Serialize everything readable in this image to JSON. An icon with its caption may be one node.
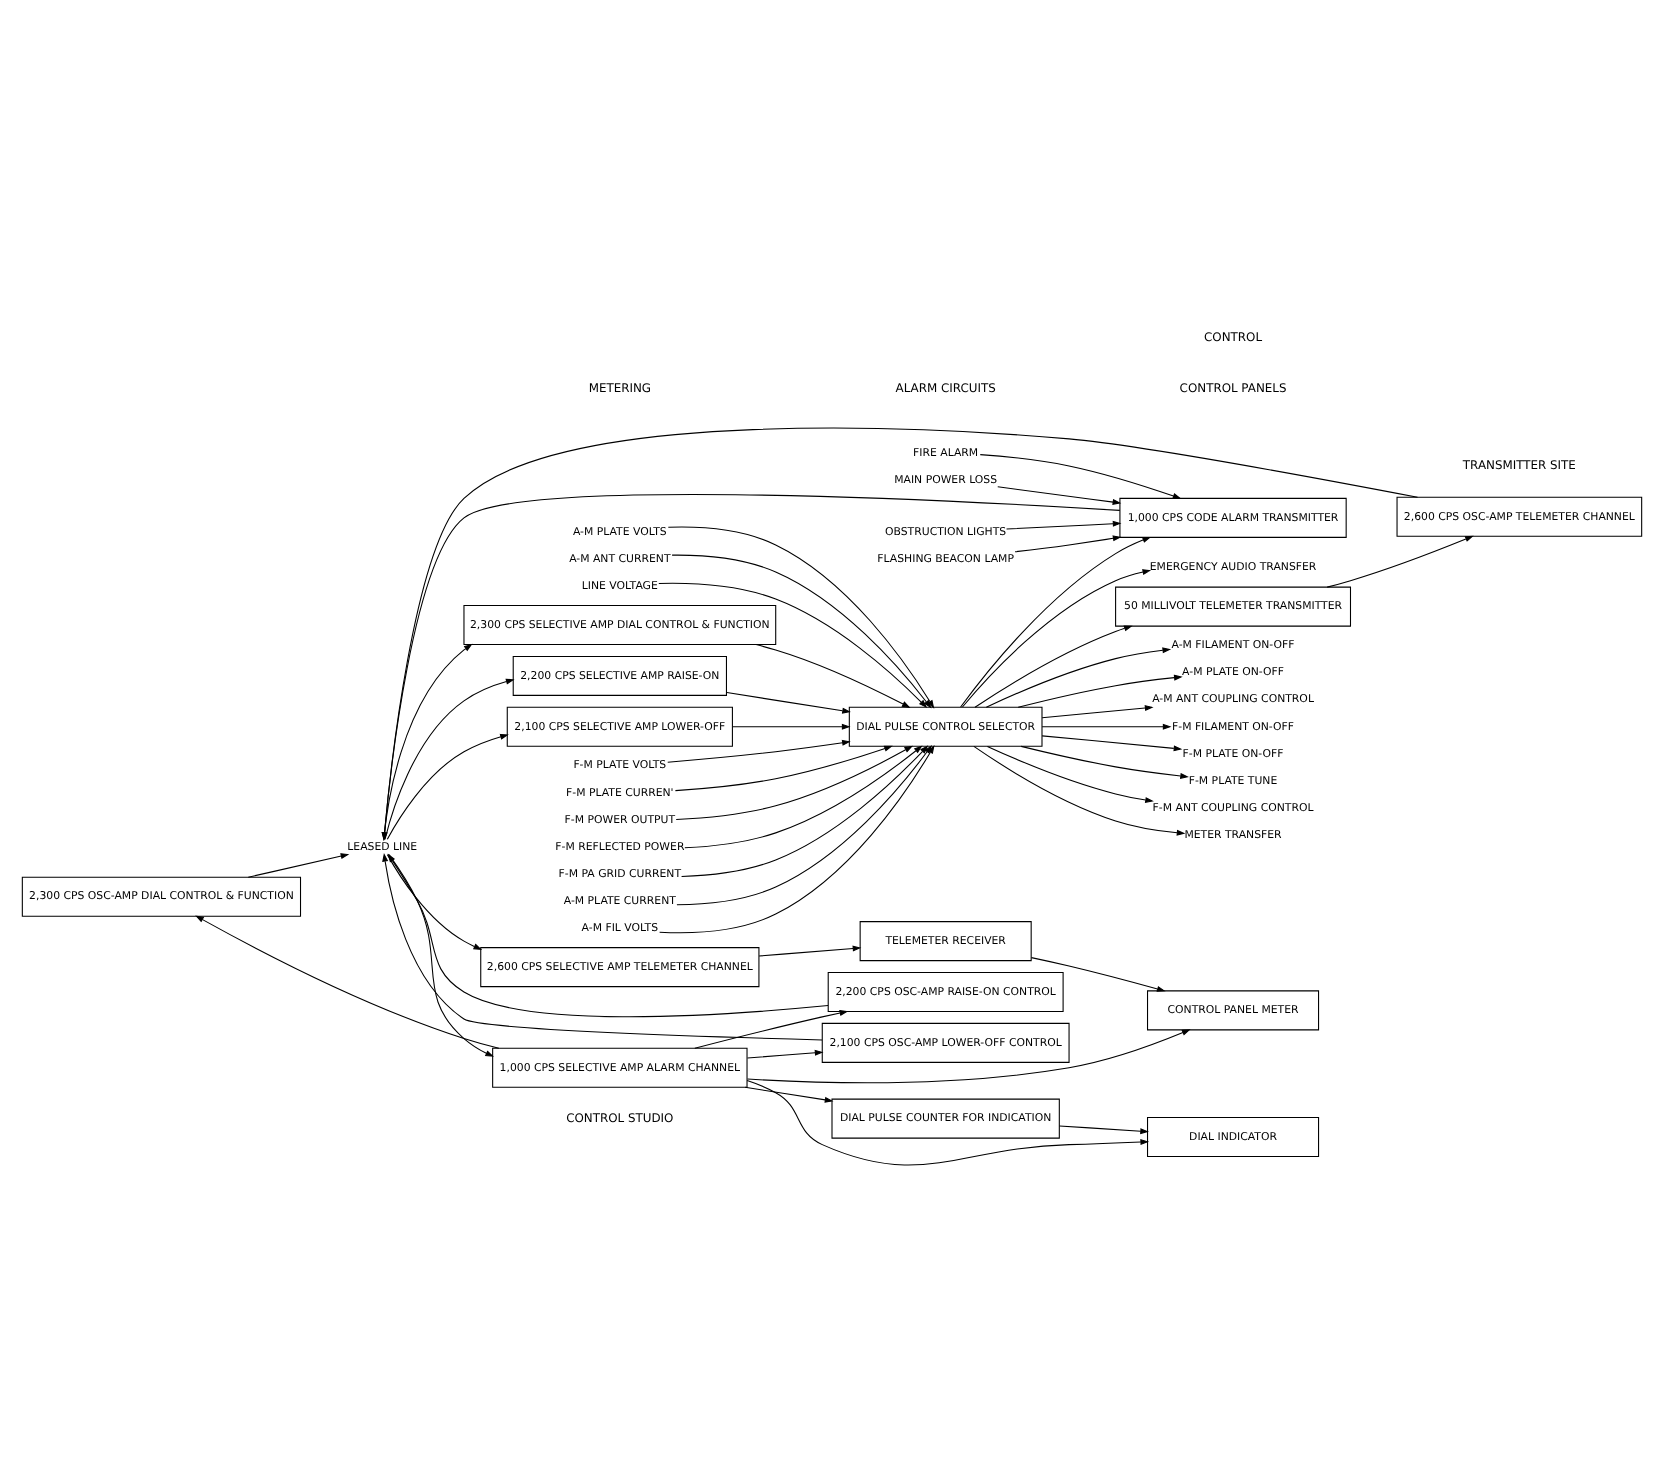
{
  "diagram": {
    "nodes": [
      {
        "text": [
          "2,600 CPS SELECTIVE AMP TELEMETER CHANNEL"
        ]
      },
      {
        "text": [
          "2,300 CPS OSC-AMP DIAL CONTROL & FUNCTION"
        ]
      },
      {
        "text": [
          "2,200 CPS OSC-AMP RAISE-ON CONTROL"
        ]
      },
      {
        "text": [
          "2,100 CPS OSC-AMP LOWER-OFF CONTROL"
        ]
      },
      {
        "text": [
          "1,000 CPS SELECTIVE AMP ALARM CHANNEL"
        ]
      },
      {
        "text": [
          "TELEMETER RECEIVER"
        ]
      },
      {
        "text": [
          "DIAL PULSE COUNTER FOR INDICATION"
        ]
      },
      {
        "text": [
          "DIAL INDICATOR"
        ]
      },
      {
        "text": [
          "CONTROL PANEL METER"
        ]
      },
      {
        "text": [
          "LEASED LINE"
        ]
      },
      {
        "text": [
          "2,600 CPS OSC-AMP TELEMETER CHANNEL"
        ]
      },
      {
        "text": [
          "2,300 CPS SELECTIVE AMP DIAL CONTROL & FUNCTION"
        ]
      },
      {
        "text": [
          "2,200 CPS SELECTIVE AMP RAISE-ON"
        ]
      },
      {
        "text": [
          "2,100 CPS SELECTIVE AMP LOWER-OFF"
        ]
      },
      {
        "text": [
          "1,000 CPS CODE ALARM TRANSMITTER"
        ]
      },
      {
        "text": [
          "50 MILLIVOLT TELEMETER TRANSMITTER"
        ]
      },
      {
        "text": [
          "DIAL PULSE CONTROL SELECTOR"
        ]
      },
      {
        "text": [
          "OBSTRUCTION LIGHTS"
        ]
      },
      {
        "text": [
          "FLASHING BEACON LAMP"
        ]
      },
      {
        "text": [
          "FIRE ALARM"
        ]
      },
      {
        "text": [
          "MAIN POWER LOSS"
        ]
      },
      {
        "text": [
          "A-M PLATE CURRENT"
        ]
      },
      {
        "text": [
          "A-M FIL VOLTS"
        ]
      },
      {
        "text": [
          "A-M PLATE VOLTS"
        ]
      },
      {
        "text": [
          "A-M ANT CURRENT"
        ]
      },
      {
        "text": [
          "LINE VOLTAGE"
        ]
      },
      {
        "text": [
          "F-M PLATE VOLTS"
        ]
      },
      {
        "text": [
          "F-M PLATE CURREN'"
        ]
      },
      {
        "text": [
          "F-M POWER OUTPUT"
        ]
      },
      {
        "text": [
          "F-M REFLECTED POWER"
        ]
      },
      {
        "text": [
          "F-M PA GRID CURRENT"
        ]
      },
      {
        "text": [
          "A-M FILAMENT ON-OFF"
        ]
      },
      {
        "text": [
          "A-M PLATE ON-OFF"
        ]
      },
      {
        "text": [
          "A-M ANT COUPLING CONTROL"
        ]
      },
      {
        "text": [
          "F-M FILAMENT ON-OFF"
        ]
      },
      {
        "text": [
          "F-M PLATE ON-OFF"
        ]
      },
      {
        "text": [
          "F-M PLATE TUNE"
        ]
      },
      {
        "text": [
          "F-M ANT COUPLING CONTROL"
        ]
      },
      {
        "text": [
          "METER TRANSFER"
        ]
      },
      {
        "text": [
          "EMERGENCY AUDIO TRANSFER"
        ]
      }
    ],
    "edges": [
      {
        "from": 9,
        "to": 0,
        "arrow": "to"
      },
      {
        "from": 1,
        "to": 9,
        "arrow": "to"
      },
      {
        "from": 2,
        "to": 9,
        "arrow": "to"
      },
      {
        "from": 3,
        "to": 9,
        "arrow": "to"
      },
      {
        "from": 9,
        "to": 4,
        "arrow": "to"
      },
      {
        "from": 0,
        "to": 5,
        "arrow": "to"
      },
      {
        "from": 4,
        "to": 1,
        "arrow": "to"
      },
      {
        "from": 4,
        "to": 2,
        "arrow": "to"
      },
      {
        "from": 4,
        "to": 3,
        "arrow": "to"
      },
      {
        "from": 4,
        "to": 6,
        "arrow": "to"
      },
      {
        "from": 4,
        "to": 7,
        "arrow": "to"
      },
      {
        "from": 4,
        "to": 8,
        "arrow": "to"
      },
      {
        "from": 5,
        "to": 8,
        "arrow": "to"
      },
      {
        "from": 6,
        "to": 7,
        "arrow": "to"
      },
      {
        "from": 10,
        "to": 9,
        "arrow": "to"
      },
      {
        "from": 9,
        "to": 11,
        "arrow": "to"
      },
      {
        "from": 9,
        "to": 12,
        "arrow": "to"
      },
      {
        "from": 9,
        "to": 13,
        "arrow": "to"
      },
      {
        "from": 14,
        "to": 9,
        "arrow": "to"
      },
      {
        "from": 11,
        "to": 16,
        "arrow": "to"
      },
      {
        "from": 12,
        "to": 16,
        "arrow": "to"
      },
      {
        "from": 13,
        "to": 16,
        "arrow": "to"
      },
      {
        "from": 16,
        "to": 14,
        "arrow": "to"
      },
      {
        "from": 16,
        "to": 15,
        "arrow": "to"
      },
      {
        "from": 15,
        "to": 10,
        "arrow": "to"
      },
      {
        "from": 17,
        "to": 14,
        "arrow": "to"
      },
      {
        "from": 18,
        "to": 14,
        "arrow": "to"
      },
      {
        "from": 19,
        "to": 14,
        "arrow": "to"
      },
      {
        "from": 20,
        "to": 14,
        "arrow": "to"
      },
      {
        "from": 21,
        "to": 16,
        "arrow": "to"
      },
      {
        "from": 22,
        "to": 16,
        "arrow": "to"
      },
      {
        "from": 23,
        "to": 16,
        "arrow": "to"
      },
      {
        "from": 24,
        "to": 16,
        "arrow": "to"
      },
      {
        "from": 25,
        "to": 16,
        "arrow": "to"
      },
      {
        "from": 26,
        "to": 16,
        "arrow": "to"
      },
      {
        "from": 27,
        "to": 16,
        "arrow": "to"
      },
      {
        "from": 28,
        "to": 16,
        "arrow": "to"
      },
      {
        "from": 29,
        "to": 16,
        "arrow": "to"
      },
      {
        "from": 30,
        "to": 16,
        "arrow": "to"
      },
      {
        "from": 16,
        "to": 31,
        "arrow": "to"
      },
      {
        "from": 16,
        "to": 32,
        "arrow": "to"
      },
      {
        "from": 16,
        "to": 33,
        "arrow": "to"
      },
      {
        "from": 16,
        "to": 34,
        "arrow": "to"
      },
      {
        "from": 16,
        "to": 35,
        "arrow": "to"
      },
      {
        "from": 16,
        "to": 36,
        "arrow": "to"
      },
      {
        "from": 16,
        "to": 37,
        "arrow": "to"
      },
      {
        "from": 16,
        "to": 38,
        "arrow": "to"
      },
      {
        "from": 16,
        "to": 39,
        "arrow": "to"
      }
    ],
    "labels": [
      "CONTROL STUDIO",
      "TRANSMITTER SITE",
      "ALARM CIRCUITS",
      "METERING",
      "CONTROL PANELS",
      "CONTROL"
    ]
  }
}
